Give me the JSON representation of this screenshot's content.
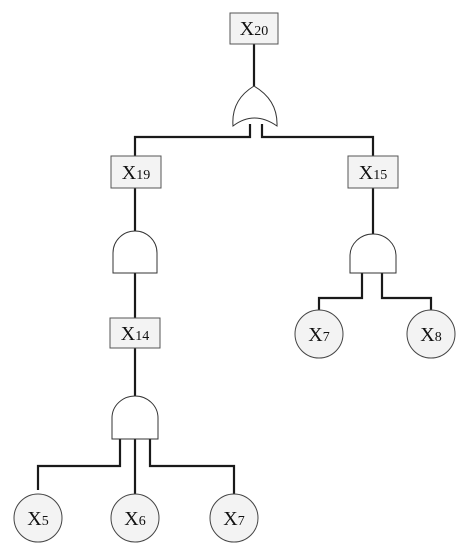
{
  "fault_tree": {
    "top_event": {
      "id": "X20",
      "base": "X",
      "sub": "20"
    },
    "intermediate_events": [
      {
        "id": "X19",
        "base": "X",
        "sub": "19"
      },
      {
        "id": "X15",
        "base": "X",
        "sub": "15"
      },
      {
        "id": "X14",
        "base": "X",
        "sub": "14"
      }
    ],
    "basic_events": [
      {
        "id": "X7a",
        "base": "X",
        "sub": "7"
      },
      {
        "id": "X8",
        "base": "X",
        "sub": "8"
      },
      {
        "id": "X5",
        "base": "X",
        "sub": "5"
      },
      {
        "id": "X6",
        "base": "X",
        "sub": "6"
      },
      {
        "id": "X7b",
        "base": "X",
        "sub": "7"
      }
    ],
    "gates": [
      {
        "id": "gate-top",
        "type": "OR",
        "output": "X20",
        "inputs": [
          "X19",
          "X15"
        ]
      },
      {
        "id": "gate-x19",
        "type": "AND",
        "output": "X19",
        "inputs": [
          "X14"
        ]
      },
      {
        "id": "gate-x15",
        "type": "AND",
        "output": "X15",
        "inputs": [
          "X7a",
          "X8"
        ]
      },
      {
        "id": "gate-x14",
        "type": "AND",
        "output": "X14",
        "inputs": [
          "X5",
          "X6",
          "X7b"
        ]
      }
    ]
  }
}
